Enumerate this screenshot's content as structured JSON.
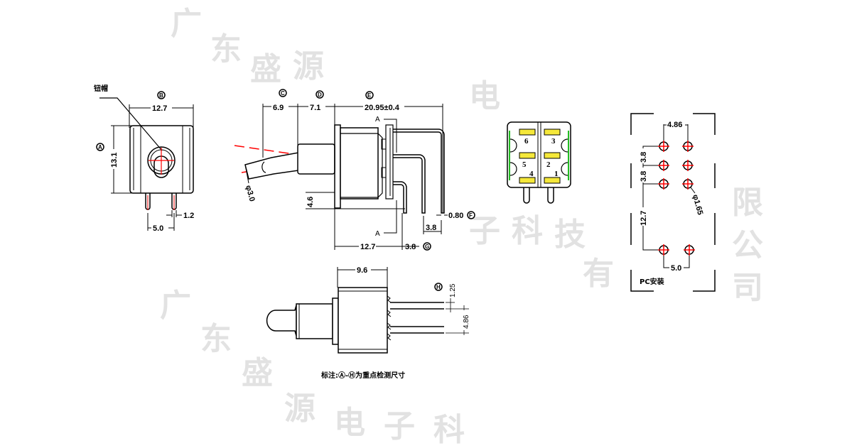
{
  "watermark": {
    "chars": [
      "广",
      "东",
      "盛",
      "源",
      "电",
      "子",
      "科",
      "技",
      "有",
      "限",
      "公",
      "司"
    ],
    "company": "广东盛源电子科技有限公司"
  },
  "front_view": {
    "cap_label": "钮帽",
    "badge_width": "B",
    "width": "12.7",
    "badge_height": "A",
    "height": "13.1",
    "pin_pitch": "5.0",
    "pin_width": "1.2"
  },
  "side_view": {
    "badge_lever": "C",
    "lever_length": "6.9",
    "badge_bushing": "D",
    "bushing_length": "7.1",
    "badge_total": "E",
    "total_length": "20.95±0.4",
    "lever_dia": "φ3.0",
    "bushing_offset": "4.6",
    "section_top": "A",
    "section_bottom": "A",
    "body_length": "12.7",
    "badge_pin_pitch": "G",
    "pin_pitch_1": "3.8",
    "pin_pitch_2": "3.8",
    "badge_pin_thickness": "F",
    "pin_thickness": "0.80"
  },
  "rear_view": {
    "pins": [
      "6",
      "3",
      "5",
      "2",
      "4",
      "1"
    ],
    "contact_color": "#f5e83a",
    "edge_color": "#22bb22"
  },
  "pcb_layout": {
    "col_pitch": "4.86",
    "row_pitch_1": "3.8",
    "row_pitch_2": "3.8",
    "hole_dia": "φ1.65",
    "mount_pitch_v": "12.7",
    "mount_pitch_h": "5.0",
    "label": "PC安装",
    "hole_mark_color": "#ff0000"
  },
  "top_view": {
    "body_width": "9.6",
    "badge_pin": "H",
    "pin_width": "1.25",
    "pin_spacing": "4.86"
  },
  "footnote": "标注:Ⓐ-Ⓗ为重点检测尺寸"
}
